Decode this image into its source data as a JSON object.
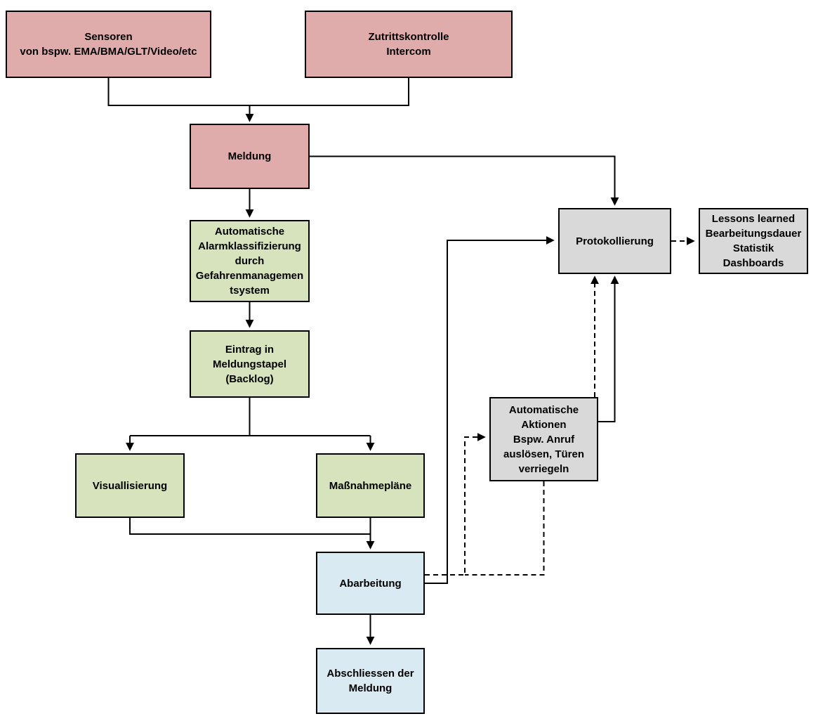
{
  "diagram": {
    "type": "flowchart",
    "colors": {
      "source_pink": "#e0acab",
      "process_green": "#d6e3bc",
      "handling_blue": "#daeaf2",
      "system_gray": "#d9d9d9",
      "line": "#000000",
      "border": "#000000",
      "background": "#ffffff"
    },
    "nodes": {
      "sensoren": {
        "label": "Sensoren\nvon bspw. EMA/BMA/GLT/Video/etc",
        "fill": "#e0acab"
      },
      "zutrittskontrolle": {
        "label": "Zutrittskontrolle\nIntercom",
        "fill": "#e0acab"
      },
      "meldung": {
        "label": "Meldung",
        "fill": "#e0acab"
      },
      "alarmklassifizierung": {
        "label": "Automatische\nAlarmklassifizierung\ndurch\nGefahrenmanagemen\ntsystem",
        "fill": "#d6e3bc"
      },
      "eintrag_backlog": {
        "label": "Eintrag in\nMeldungstapel\n(Backlog)",
        "fill": "#d6e3bc"
      },
      "visuallisierung": {
        "label": "Visuallisierung",
        "fill": "#d6e3bc"
      },
      "massnahmeplaene": {
        "label": "Maßnahmepläne",
        "fill": "#d6e3bc"
      },
      "abarbeitung": {
        "label": "Abarbeitung",
        "fill": "#daeaf2"
      },
      "abschliessen": {
        "label": "Abschliessen der\nMeldung",
        "fill": "#daeaf2"
      },
      "protokollierung": {
        "label": "Protokollierung",
        "fill": "#d9d9d9"
      },
      "lessons_learned": {
        "label": "Lessons learned\nBearbeitungsdauer\nStatistik\nDashboards",
        "fill": "#d9d9d9"
      },
      "automatische_aktionen": {
        "label": "Automatische\nAktionen\nBspw. Anruf\nauslösen, Türen\nverriegeln",
        "fill": "#d9d9d9"
      }
    },
    "edges": [
      {
        "from": "sensoren",
        "to": "meldung",
        "style": "solid"
      },
      {
        "from": "zutrittskontrolle",
        "to": "meldung",
        "style": "solid"
      },
      {
        "from": "meldung",
        "to": "protokollierung",
        "style": "solid"
      },
      {
        "from": "meldung",
        "to": "alarmklassifizierung",
        "style": "solid"
      },
      {
        "from": "alarmklassifizierung",
        "to": "eintrag_backlog",
        "style": "solid"
      },
      {
        "from": "eintrag_backlog",
        "to": "visuallisierung",
        "style": "solid"
      },
      {
        "from": "eintrag_backlog",
        "to": "massnahmeplaene",
        "style": "solid"
      },
      {
        "from": "visuallisierung",
        "to": "abarbeitung",
        "style": "solid"
      },
      {
        "from": "massnahmeplaene",
        "to": "abarbeitung",
        "style": "solid"
      },
      {
        "from": "abarbeitung",
        "to": "abschliessen",
        "style": "solid"
      },
      {
        "from": "abarbeitung",
        "to": "protokollierung",
        "style": "solid"
      },
      {
        "from": "abarbeitung",
        "to": "automatische_aktionen",
        "style": "dashed"
      },
      {
        "from": "automatische_aktionen",
        "to": "abarbeitung",
        "style": "dashed"
      },
      {
        "from": "automatische_aktionen",
        "to": "protokollierung",
        "style": "solid"
      },
      {
        "from": "automatische_aktionen",
        "to": "protokollierung",
        "style": "dashed"
      },
      {
        "from": "protokollierung",
        "to": "lessons_learned",
        "style": "dashed"
      }
    ]
  }
}
